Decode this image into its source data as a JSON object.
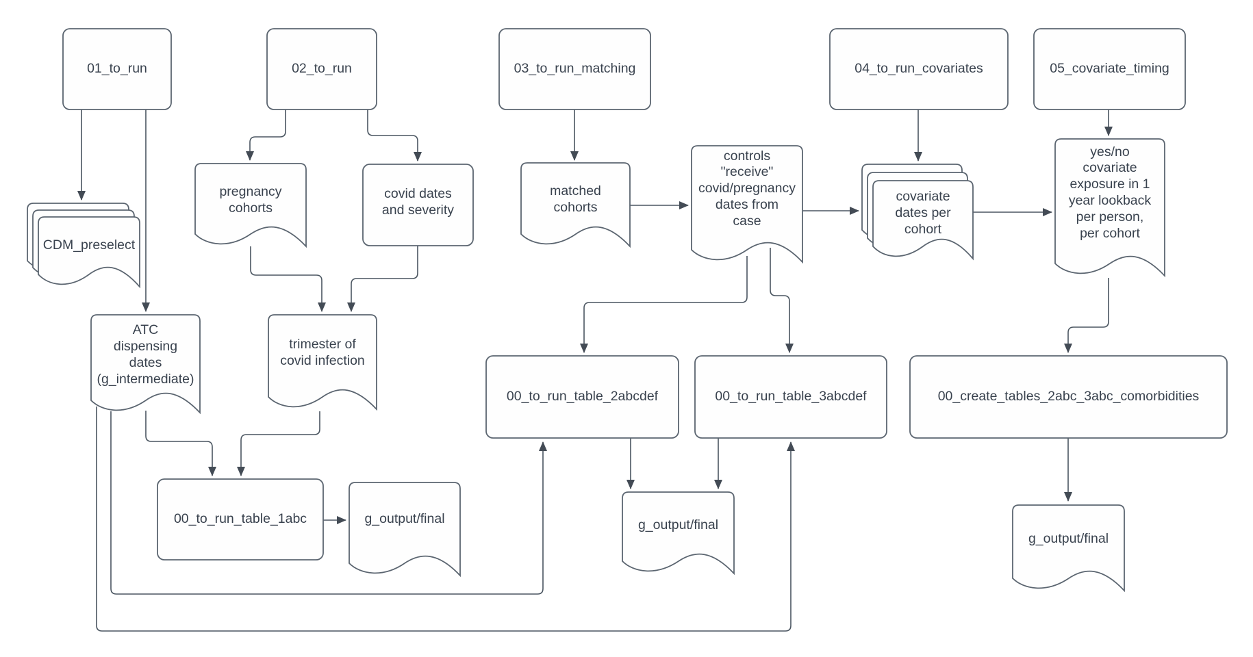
{
  "diagram": {
    "type": "flowchart",
    "background": "#ffffff"
  },
  "colors": {
    "shape_stroke": "#5b6570",
    "shape_fill": "#fefefe",
    "connector": "#4a5560",
    "arrowhead": "#434b55",
    "text": "#39424e"
  },
  "nodes": {
    "to_run_01": {
      "label": "01_to_run",
      "shape": "rounded-rectangle"
    },
    "to_run_02": {
      "label": "02_to_run",
      "shape": "rounded-rectangle"
    },
    "to_run_matching_03": {
      "label": "03_to_run_matching",
      "shape": "rounded-rectangle"
    },
    "to_run_covariates_04": {
      "label": "04_to_run_covariates",
      "shape": "rounded-rectangle"
    },
    "covariate_timing_05": {
      "label": "05_covariate_timing",
      "shape": "rounded-rectangle"
    },
    "cdm_preselect": {
      "label": "CDM_preselect",
      "shape": "document-stack"
    },
    "pregnancy_cohorts": {
      "label": "pregnancy\ncohorts",
      "shape": "document"
    },
    "covid_dates_severity": {
      "label": "covid dates\nand severity",
      "shape": "rounded-rectangle"
    },
    "matched_cohorts": {
      "label": "matched\ncohorts",
      "shape": "document"
    },
    "controls_receive": {
      "label": "controls\n\"receive\"\ncovid/pregnancy\ndates from\ncase",
      "shape": "document"
    },
    "covariate_dates": {
      "label": "covariate\ndates per\ncohort",
      "shape": "document-stack"
    },
    "yes_no_exposure": {
      "label": "yes/no\ncovariate\nexposure in 1\nyear lookback\nper person,\nper cohort",
      "shape": "document"
    },
    "atc_dispensing": {
      "label": "ATC\ndispensing\ndates\n(g_intermediate)",
      "shape": "document"
    },
    "trimester": {
      "label": "trimester of\ncovid infection",
      "shape": "document"
    },
    "table_1abc": {
      "label": "00_to_run_table_1abc",
      "shape": "rounded-rectangle"
    },
    "table_2abcdef": {
      "label": "00_to_run_table_2abcdef",
      "shape": "rounded-rectangle"
    },
    "table_3abcdef": {
      "label": "00_to_run_table_3abcdef",
      "shape": "rounded-rectangle"
    },
    "create_tables_comorbidities": {
      "label": "00_create_tables_2abc_3abc_comorbidities",
      "shape": "rounded-rectangle"
    },
    "g_output_final_1": {
      "label": "g_output/final",
      "shape": "document"
    },
    "g_output_final_2": {
      "label": "g_output/final",
      "shape": "document"
    },
    "g_output_final_3": {
      "label": "g_output/final",
      "shape": "document"
    }
  },
  "edges": [
    {
      "from": "to_run_01",
      "to": "cdm_preselect"
    },
    {
      "from": "to_run_01",
      "to": "atc_dispensing"
    },
    {
      "from": "to_run_02",
      "to": "pregnancy_cohorts"
    },
    {
      "from": "to_run_02",
      "to": "covid_dates_severity"
    },
    {
      "from": "pregnancy_cohorts",
      "to": "trimester"
    },
    {
      "from": "covid_dates_severity",
      "to": "trimester"
    },
    {
      "from": "to_run_matching_03",
      "to": "matched_cohorts"
    },
    {
      "from": "matched_cohorts",
      "to": "controls_receive"
    },
    {
      "from": "controls_receive",
      "to": "covariate_dates"
    },
    {
      "from": "covariate_dates",
      "to": "yes_no_exposure"
    },
    {
      "from": "to_run_covariates_04",
      "to": "covariate_dates"
    },
    {
      "from": "covariate_timing_05",
      "to": "yes_no_exposure"
    },
    {
      "from": "controls_receive",
      "to": "table_2abcdef"
    },
    {
      "from": "controls_receive",
      "to": "table_3abcdef"
    },
    {
      "from": "atc_dispensing",
      "to": "table_1abc"
    },
    {
      "from": "trimester",
      "to": "table_1abc"
    },
    {
      "from": "table_1abc",
      "to": "g_output_final_1"
    },
    {
      "from": "table_2abcdef",
      "to": "g_output_final_2"
    },
    {
      "from": "table_3abcdef",
      "to": "g_output_final_2"
    },
    {
      "from": "atc_dispensing",
      "to": "table_2abcdef"
    },
    {
      "from": "atc_dispensing",
      "to": "table_3abcdef"
    },
    {
      "from": "yes_no_exposure",
      "to": "create_tables_comorbidities"
    },
    {
      "from": "create_tables_comorbidities",
      "to": "g_output_final_3"
    }
  ]
}
